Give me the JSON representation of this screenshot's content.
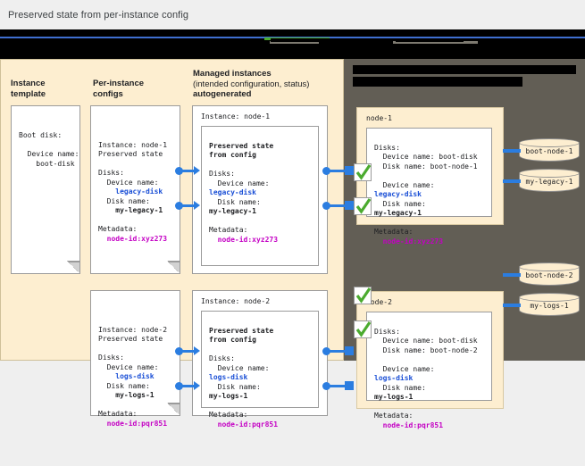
{
  "caption": {
    "text": "Preserved state from per-instance config"
  },
  "legend": {
    "redacted": true,
    "items": [
      {
        "swatch": "green-check-icon",
        "label": ""
      },
      {
        "swatch": "beige-box",
        "label": ""
      },
      {
        "swatch": "blue-arrow",
        "label": ""
      }
    ]
  },
  "columns": {
    "instance_template": {
      "line1": "Instance",
      "line2": "template"
    },
    "per_instance_configs": {
      "line1": "Per-instance",
      "line2": "configs"
    },
    "managed_instances": {
      "line1": "Managed instances",
      "line2": "(intended configuration, status)",
      "line3": "autogenerated"
    },
    "right_panel_heading": {
      "redacted": true,
      "line1": "",
      "line2": ""
    }
  },
  "instance_template_card": {
    "text": "Boot disk:\n\n  Device name:\n    boot-disk"
  },
  "per_instance_configs": [
    {
      "title": "Instance: node-1\nPreserved state",
      "disks_label": "Disks:",
      "device_name_label": "  Device name:",
      "device_name_value": "    legacy-disk",
      "disk_name_label": "  Disk name:",
      "disk_name_value": "    my-legacy-1",
      "metadata_label": "Metadata:",
      "metadata_value": "  node-id:xyz273"
    },
    {
      "title": "Instance: node-2\nPreserved state",
      "disks_label": "Disks:",
      "device_name_label": "  Device name:",
      "device_name_value": "    logs-disk",
      "disk_name_label": "  Disk name:",
      "disk_name_value": "    my-logs-1",
      "metadata_label": "Metadata:",
      "metadata_value": "  node-id:pqr851"
    }
  ],
  "managed_instances": [
    {
      "title": "Instance: node-1",
      "inner_title": "Preserved state\nfrom config",
      "disks_label": "Disks:",
      "device_name_label": "  Device name: ",
      "device_name_value": "legacy-disk",
      "disk_name_label": "  Disk name: ",
      "disk_name_value": "my-legacy-1",
      "metadata_label": "Metadata:",
      "metadata_value": "  node-id:xyz273"
    },
    {
      "title": "Instance: node-2",
      "inner_title": "Preserved state\nfrom config",
      "disks_label": "Disks:",
      "device_name_label": "  Device name: ",
      "device_name_value": "logs-disk",
      "disk_name_label": "  Disk name: ",
      "disk_name_value": "my-logs-1",
      "metadata_label": "Metadata:",
      "metadata_value": "  node-id:pqr851"
    }
  ],
  "nodes": [
    {
      "name": "node-1",
      "disks_label": "Disks:",
      "boot_device_name": "  Device name: boot-disk",
      "boot_disk_name": "  Disk name: boot-node-1",
      "extra_device_name_label": "  Device name: ",
      "extra_device_name_value": "legacy-disk",
      "extra_disk_name_label": "  Disk name: ",
      "extra_disk_name_value": "my-legacy-1",
      "metadata_label": "Metadata:",
      "metadata_value": "  node-id:xyz273",
      "disks": [
        "boot-node-1",
        "my-legacy-1"
      ]
    },
    {
      "name": "node-2",
      "disks_label": "Disks:",
      "boot_device_name": "  Device name: boot-disk",
      "boot_disk_name": "  Disk name: boot-node-2",
      "extra_device_name_label": "  Device name: ",
      "extra_device_name_value": "logs-disk",
      "extra_disk_name_label": "  Disk name: ",
      "extra_disk_name_value": "my-logs-1",
      "metadata_label": "Metadata:",
      "metadata_value": "  node-id:pqr851",
      "disks": [
        "boot-node-2",
        "my-logs-1"
      ]
    }
  ],
  "colors": {
    "panel_beige": "#fdeed0",
    "panel_dark": "#625e55",
    "accent_blue": "#1a4fd6",
    "accent_magenta": "#c400c4",
    "connector_blue": "#2b7de0",
    "check_green": "#4bab2f",
    "page_background": "#efefef"
  }
}
